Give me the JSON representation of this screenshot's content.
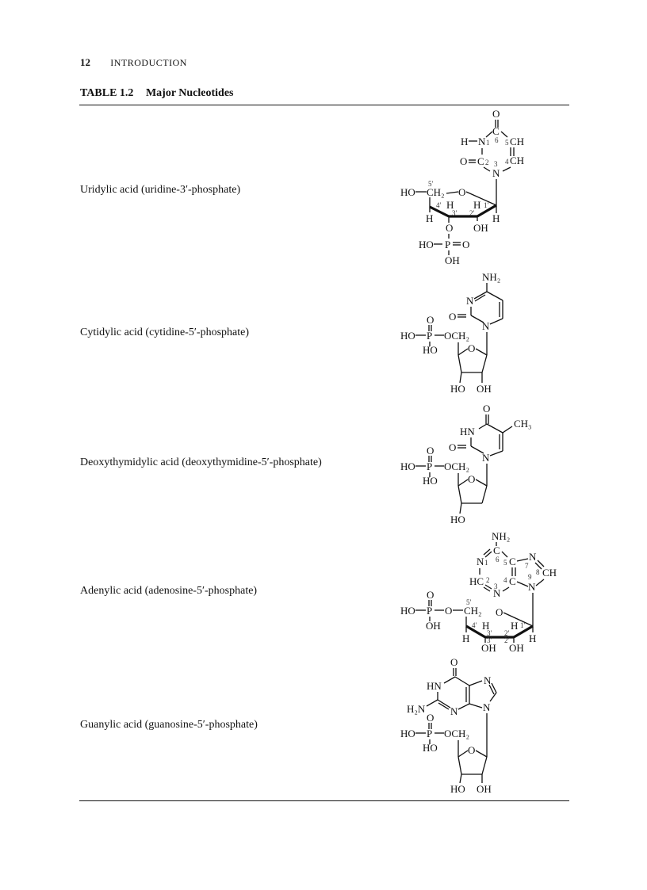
{
  "header": {
    "page_number": "12",
    "section": "INTRODUCTION"
  },
  "table": {
    "number": "TABLE 1.2",
    "title": "Major Nucleotides",
    "rows": [
      {
        "name": "Uridylic acid (uridine-3′-phosphate)",
        "structure": "uridine-3'-phosphate structure"
      },
      {
        "name": "Cytidylic acid (cytidine-5′-phosphate)",
        "structure": "cytidine-5'-phosphate structure"
      },
      {
        "name": "Deoxythymidylic acid (deoxythymidine-5′-phosphate)",
        "structure": "deoxythymidine-5'-phosphate structure"
      },
      {
        "name": "Adenylic acid (adenosine-5′-phosphate)",
        "structure": "adenosine-5'-phosphate structure"
      },
      {
        "name": "Guanylic acid (guanosine-5′-phosphate)",
        "structure": "guanosine-5'-phosphate structure"
      }
    ]
  },
  "atoms": {
    "O": "O",
    "N": "N",
    "C": "C",
    "H": "H",
    "P": "P",
    "HO": "HO",
    "OH": "OH",
    "CH": "CH",
    "HC": "HC",
    "HN": "HN",
    "CH2": "CH₂",
    "OCH2": "OCH₂",
    "NH2": "NH₂",
    "H2N": "H₂N",
    "CH3": "CH₃",
    "HN_left": "H",
    "n1p": "1′",
    "n2p": "2′",
    "n3p": "3′",
    "n4p": "4′",
    "n5p": "5′",
    "n1": "1",
    "n2": "2",
    "n3": "3",
    "n4": "4",
    "n5": "5",
    "n6": "6",
    "n7": "7",
    "n8": "8",
    "n9": "9"
  }
}
